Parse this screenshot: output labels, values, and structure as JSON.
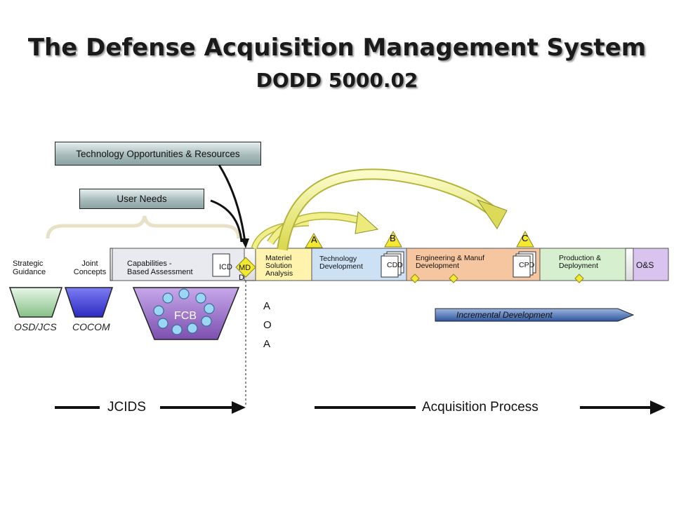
{
  "title": "The Defense Acquisition Management System",
  "subtitle": "DODD 5000.02",
  "top_boxes": {
    "tech_opportunities": "Technology Opportunities & Resources",
    "user_needs": "User Needs"
  },
  "inputs": {
    "strategic_guidance": "Strategic\nGuidance",
    "joint_concepts": "Joint\nConcepts",
    "osd_jcs": "OSD/JCS",
    "cocom": "COCOM",
    "fcb": "FCB"
  },
  "phases": {
    "cba": "Capabilities -\nBased Assessment",
    "icd": "ICD",
    "mdd": "MD\nD",
    "msa": "Materiel\nSolution\nAnalysis",
    "td": "Technology\nDevelopment",
    "cdd": "CDD",
    "emd": "Engineering & Manuf\n Development",
    "cpd": "CPD",
    "pd": "Production &\nDeployment",
    "os": "O&S"
  },
  "milestones": [
    "A",
    "B",
    "C"
  ],
  "aoa": [
    "A",
    "O",
    "A"
  ],
  "incremental": "Incremental Development",
  "process": {
    "jcids": "JCIDS",
    "acquisition": "Acquisition Process"
  },
  "colors": {
    "msa": "#fff6b8",
    "td": "#cfe3f6",
    "emd": "#f8c8a4",
    "pd": "#d9f2d2",
    "os": "#d9c6ee",
    "cba": "#e4e4ec",
    "milestone": "#f4ea2e",
    "arrow_yellow": "#f2f07a",
    "fcb": "#a580cc",
    "strategic": "#a6d8a6",
    "joint": "#4040d8",
    "incremental": "#3d63a8"
  }
}
